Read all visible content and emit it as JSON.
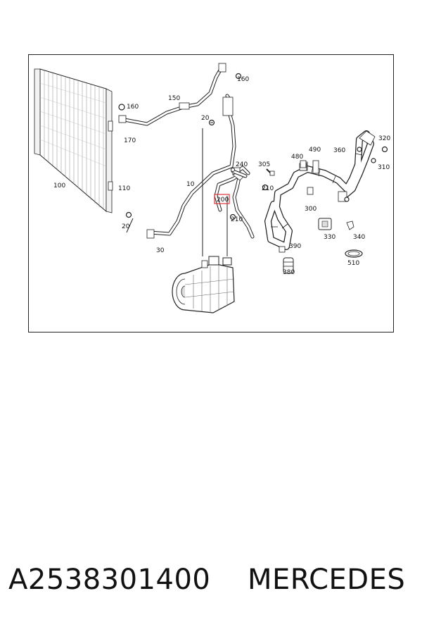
{
  "callouts": {
    "c10": "10",
    "c20a": "20",
    "c20b": "20",
    "c30": "30",
    "c100": "100",
    "c110": "110",
    "c150": "150",
    "c160a": "160",
    "c160b": "160",
    "c170": "170",
    "c200": "200",
    "c210a": "210",
    "c210b": "210",
    "c240": "240",
    "c300": "300",
    "c305": "305",
    "c310": "310",
    "c320": "320",
    "c330": "330",
    "c340": "340",
    "c360": "360",
    "c380": "380",
    "c390": "390",
    "c480": "480",
    "c490": "490",
    "c510": "510"
  },
  "highlight_color": "#e0323a",
  "caption": {
    "part_number": "A2538301400",
    "brand": "MERCEDES"
  }
}
